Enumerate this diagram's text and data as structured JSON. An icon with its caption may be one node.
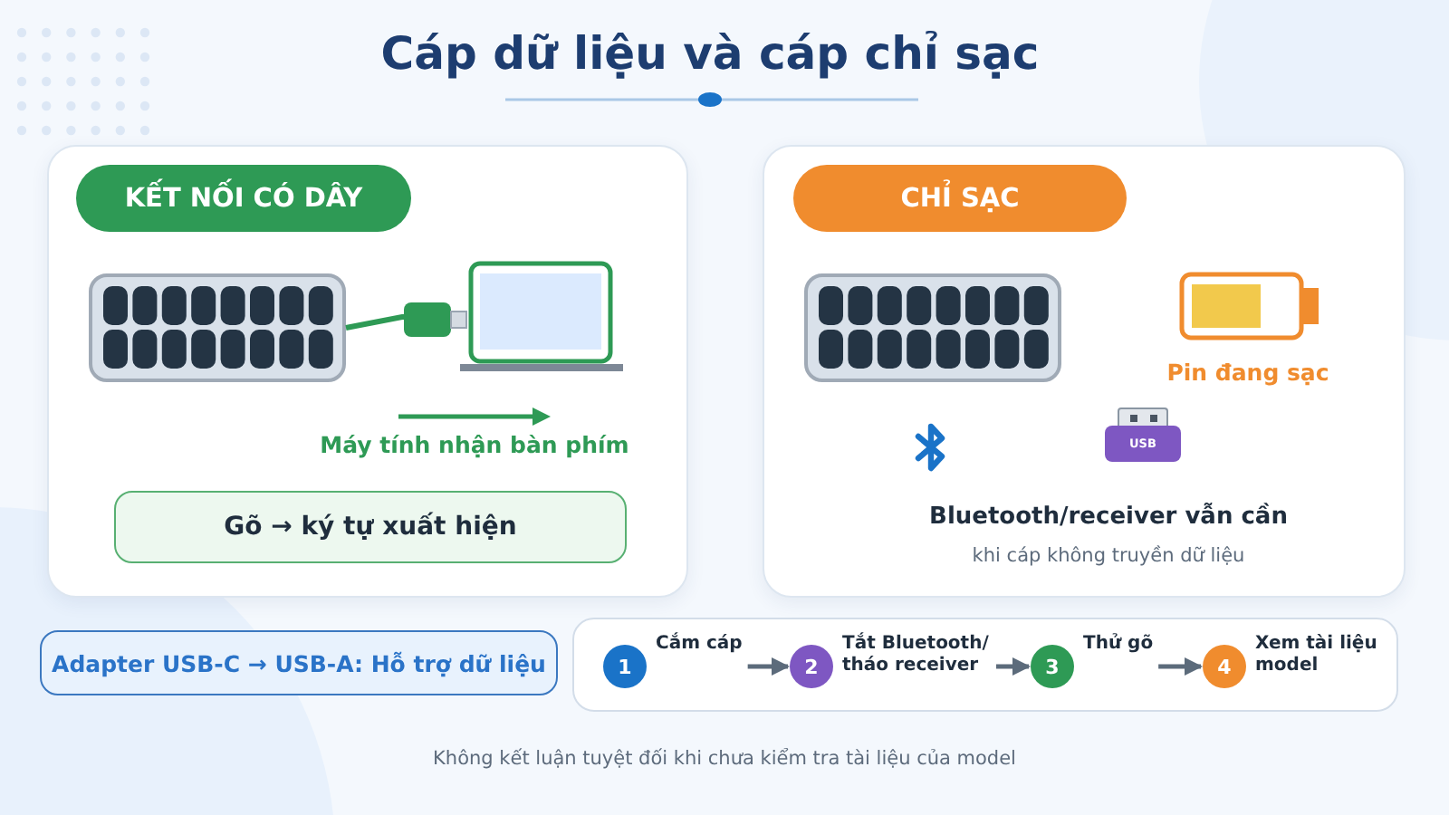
{
  "diagram": {
    "title": "Cáp dữ liệu và cáp chỉ sạc",
    "caption": "Không kết luận tuyệt đối khi chưa kiểm tra tài liệu của model",
    "nodes": [
      {
        "text": [],
        "shape": "box"
      },
      {
        "text": [
          "KẾT NỐI CÓ DÂY"
        ],
        "in": 0
      },
      {
        "text": [],
        "shape": "picture",
        "in": 0
      },
      {
        "text": [],
        "shape": "picture",
        "in": 0
      },
      {
        "text": [
          "Gõ → ký tự xuất hiện"
        ],
        "in": 0
      },
      {
        "text": [],
        "shape": "box"
      },
      {
        "text": [
          "CHỈ SẠC"
        ],
        "in": 5
      },
      {
        "text": [
          "Adapter USB-C → USB-A: Hỗ trợ dữ liệu"
        ]
      },
      {
        "text": [],
        "shape": "box"
      },
      {
        "text": [
          "1"
        ],
        "beside": [
          "Cắm cáp"
        ],
        "in": 8
      },
      {
        "text": [
          "2"
        ],
        "beside": [
          "Tắt Bluetooth/ tháo receiver"
        ],
        "in": 8
      },
      {
        "text": [
          "3"
        ],
        "beside": [
          "Thử gõ"
        ],
        "in": 8
      },
      {
        "text": [
          "4"
        ],
        "beside": [
          "Xem tài liệu model"
        ],
        "in": 8
      }
    ],
    "edges": [
      {
        "from": 2,
        "to": 3,
        "arrow": "none",
        "color": "#2e9a55"
      },
      {
        "from": 9,
        "to": 10,
        "arrow": "to"
      },
      {
        "from": 10,
        "to": 11,
        "arrow": "to"
      },
      {
        "from": 11,
        "to": 12,
        "arrow": "to"
      }
    ],
    "labels": [
      "Máy tính nhận bàn phím",
      "Pin đang sạc",
      "USB",
      "Bluetooth/receiver vẫn cần",
      "khi cáp không truyền dữ liệu"
    ]
  }
}
